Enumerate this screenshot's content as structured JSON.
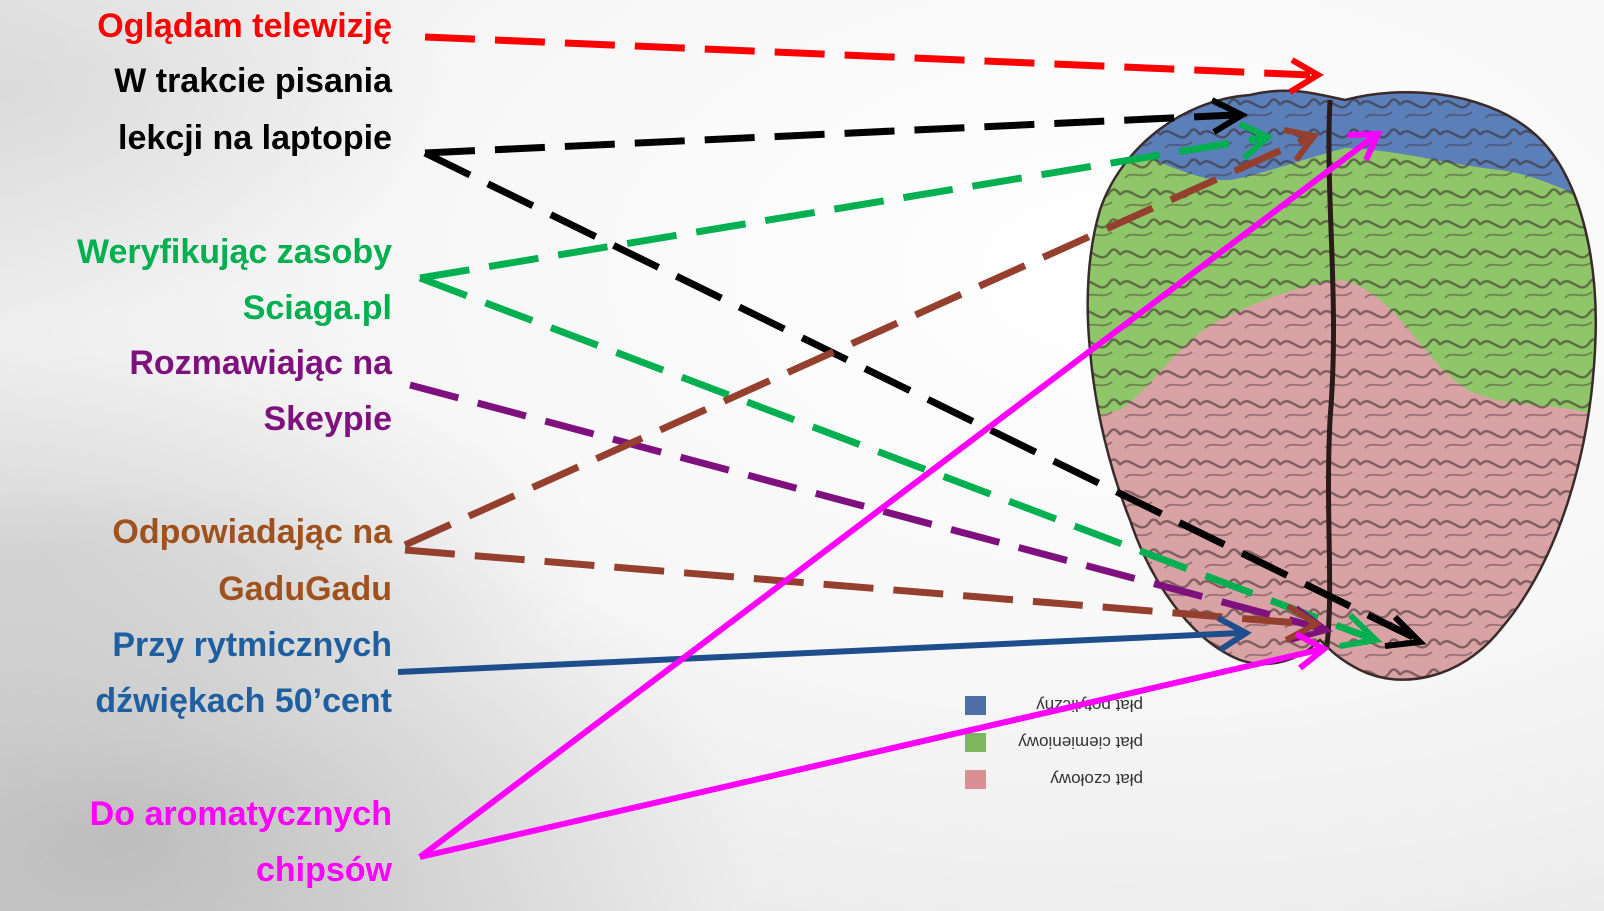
{
  "labels": {
    "watching_tv": "Oglądam telewizję",
    "writing_homework_1": "W trakcie pisania",
    "writing_homework_2": "lekcji na laptopie",
    "verifying_1": "Weryfikując zasoby",
    "verifying_2": "Sciaga.pl",
    "skype_1": "Rozmawiając na",
    "skype_2": "Skeypie",
    "gadugadu_1": "Odpowiadając na",
    "gadugadu_2": "GaduGadu",
    "music_1": "Przy rytmicznych",
    "music_2": "dźwiękach 50’cent",
    "chips_1": "Do aromatycznych",
    "chips_2": "chipsów"
  },
  "legend": [
    {
      "text": "płat potyliczny",
      "color": "#4f6ea8"
    },
    {
      "text": "płat ciemieniowy",
      "color": "#7cb85b"
    },
    {
      "text": "płat czołowy",
      "color": "#d98f93"
    }
  ],
  "colors": {
    "red": "#ff0000",
    "black": "#000000",
    "green": "#00b050",
    "purple": "#7f117f",
    "brown": "#953f2f",
    "blue": "#1f4e8c",
    "magenta": "#ff00ff",
    "orange_text": "#a0521e"
  }
}
